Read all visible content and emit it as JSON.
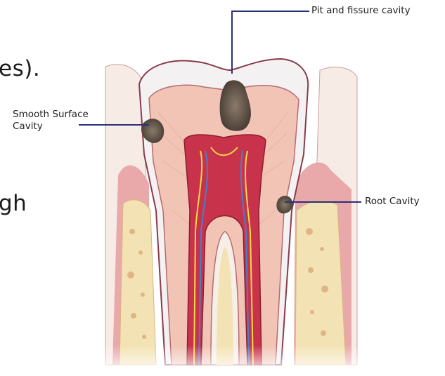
{
  "background_text": {
    "line1": "es).",
    "line2": "gh"
  },
  "labels": {
    "pit_fissure": "Pit and fissure cavity",
    "smooth_surface_line1": "Smooth Surface",
    "smooth_surface_line2": "Cavity",
    "root": "Root Cavity"
  },
  "colors": {
    "leader_line": "#2b2f7a",
    "enamel": "#f4f1f3",
    "dentin": "#f1c4b6",
    "pulp": "#c8324a",
    "gum": "#e8a4a8",
    "bone": "#f3e2b4",
    "decay": "#6a5a4c"
  }
}
